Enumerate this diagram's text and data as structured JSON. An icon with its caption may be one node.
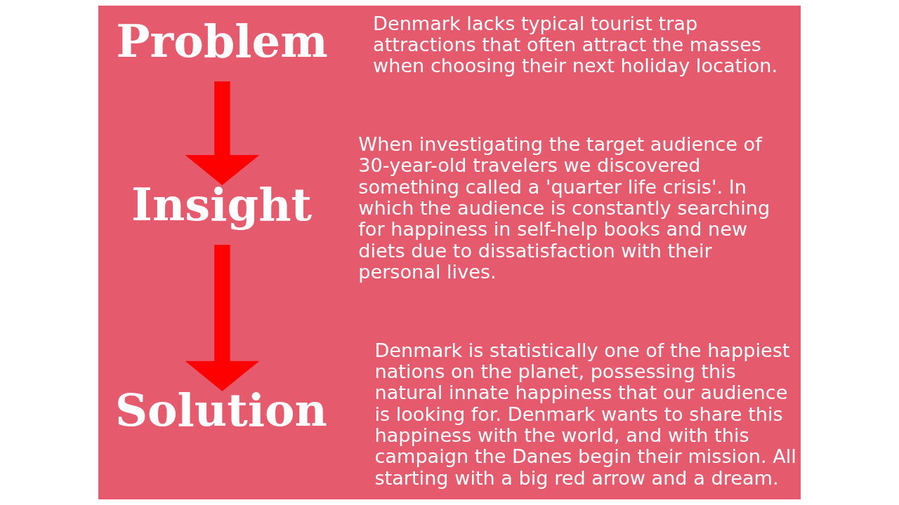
{
  "diagram": {
    "nodes": [
      {
        "text": [
          "Problem"
        ],
        "beside": [
          "Denmark lacks typical tourist trap attractions that often attract the masses when choosing their next holiday location."
        ]
      },
      {
        "text": [
          "Insight"
        ],
        "beside": [
          "When investigating the target audience of 30-year-old travelers we discovered something called a 'quarter life crisis'. In which the audience is constantly searching for happiness in self-help books and new diets due to dissatisfaction with their personal lives."
        ]
      },
      {
        "text": [
          "Solution"
        ],
        "beside": [
          "Denmark is statistically one of the happiest nations on the planet, possessing this natural innate happiness that our audience is looking for. Denmark wants to share this happiness with the world, and with this campaign the Danes begin their mission. All starting with a big red arrow and a dream."
        ]
      }
    ],
    "edges": [
      {
        "from": 0,
        "to": 1,
        "arrow": "to"
      },
      {
        "from": 1,
        "to": 2,
        "arrow": "to"
      }
    ]
  }
}
